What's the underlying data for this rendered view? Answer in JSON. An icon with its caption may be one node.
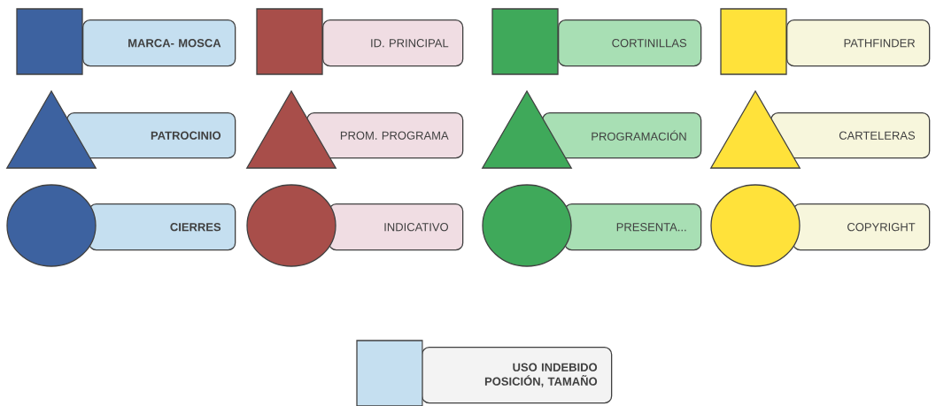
{
  "diagram": {
    "nodes": [
      {
        "text": [],
        "shape": "box"
      },
      {
        "text": [
          "MARCA- MOSCA"
        ]
      },
      {
        "text": [],
        "shape": "box"
      },
      {
        "text": [
          "ID. PRINCIPAL"
        ]
      },
      {
        "text": [],
        "shape": "box"
      },
      {
        "text": [
          "CORTINILLAS"
        ]
      },
      {
        "text": [],
        "shape": "box"
      },
      {
        "text": [
          "PATHFINDER"
        ]
      },
      {
        "text": [],
        "shape": "triangle"
      },
      {
        "text": [
          "PATROCINIO"
        ]
      },
      {
        "text": [],
        "shape": "triangle"
      },
      {
        "text": [
          "PROM. PROGRAMA"
        ]
      },
      {
        "text": [],
        "shape": "triangle"
      },
      {
        "text": [
          "PROGRAMACIÓN"
        ]
      },
      {
        "text": [],
        "shape": "triangle"
      },
      {
        "text": [
          "CARTELERAS"
        ]
      },
      {
        "text": [],
        "shape": "circle"
      },
      {
        "text": [
          "CIERRES"
        ]
      },
      {
        "text": [],
        "shape": "circle"
      },
      {
        "text": [
          "INDICATIVO"
        ]
      },
      {
        "text": [],
        "shape": "circle"
      },
      {
        "text": [
          "PRESENTA..."
        ]
      },
      {
        "text": [],
        "shape": "circle"
      },
      {
        "text": [
          "COPYRIGHT"
        ]
      },
      {
        "text": [],
        "shape": "box"
      },
      {
        "text": [
          "USO INDEBIDO",
          "POSICIÓN, TAMAÑO"
        ]
      }
    ]
  }
}
